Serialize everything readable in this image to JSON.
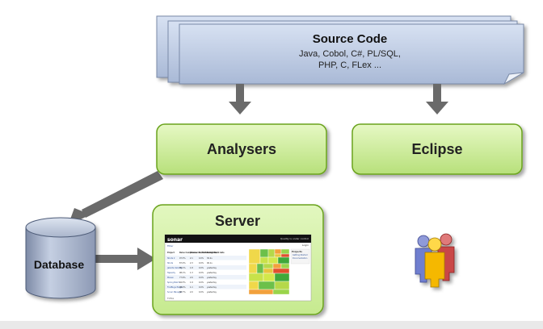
{
  "source_code": {
    "title": "Source Code",
    "languages_line1": "Java, Cobol, C#, PL/SQL,",
    "languages_line2": "PHP, C, FLex ..."
  },
  "analysers": {
    "label": "Analysers"
  },
  "eclipse": {
    "label": "Eclipse"
  },
  "server": {
    "title": "Server",
    "screenshot": {
      "logo": "sonar",
      "tagline": "Quality is under control",
      "login": "Login",
      "link": "Filter",
      "columns": [
        "Project",
        "Rules Compliance",
        "Comments / Tests",
        "Code Coverage",
        "Build time",
        "Build date"
      ],
      "rows": [
        {
          "name": "Struts 2",
          "values": [
            "97.5%",
            "2.1",
            "0.0%",
            "30.2s"
          ]
        },
        {
          "name": "Struts",
          "values": [
            "87.0%",
            "2.3",
            "0.0%",
            "06.1s"
          ]
        },
        {
          "name": "Jakarta Velocity",
          "values": [
            "89.1%",
            "1.8",
            "0.0%",
            "yesterday"
          ]
        },
        {
          "name": "Tapestry",
          "values": [
            "98.1%",
            "1.3",
            "0.0%",
            "yesterday"
          ]
        },
        {
          "name": "Maven",
          "values": [
            "77.6%",
            "2.6",
            "0.0%",
            "yesterday"
          ]
        },
        {
          "name": "Spring Batch",
          "values": [
            "94.5%",
            "1.9",
            "0.0%",
            "yesterday"
          ]
        },
        {
          "name": "FindBugs Plugin",
          "values": [
            "98.0%",
            "1.1",
            "0.0%",
            "yesterday"
          ]
        },
        {
          "name": "Sonar Manager",
          "values": [
            "88.7%",
            "2.0",
            "0.0%",
            "yesterday"
          ]
        }
      ],
      "side_panel": {
        "title": "Projects",
        "items": [
          "Getting Started",
          "Documentation"
        ]
      },
      "footer": "TOTAL"
    }
  },
  "database": {
    "label": "Database"
  },
  "colors": {
    "paper": "#c7d3e8",
    "box_green": "#d3f0a0",
    "arrow": "#6a6a6a",
    "screenshot_header": "#111111"
  }
}
